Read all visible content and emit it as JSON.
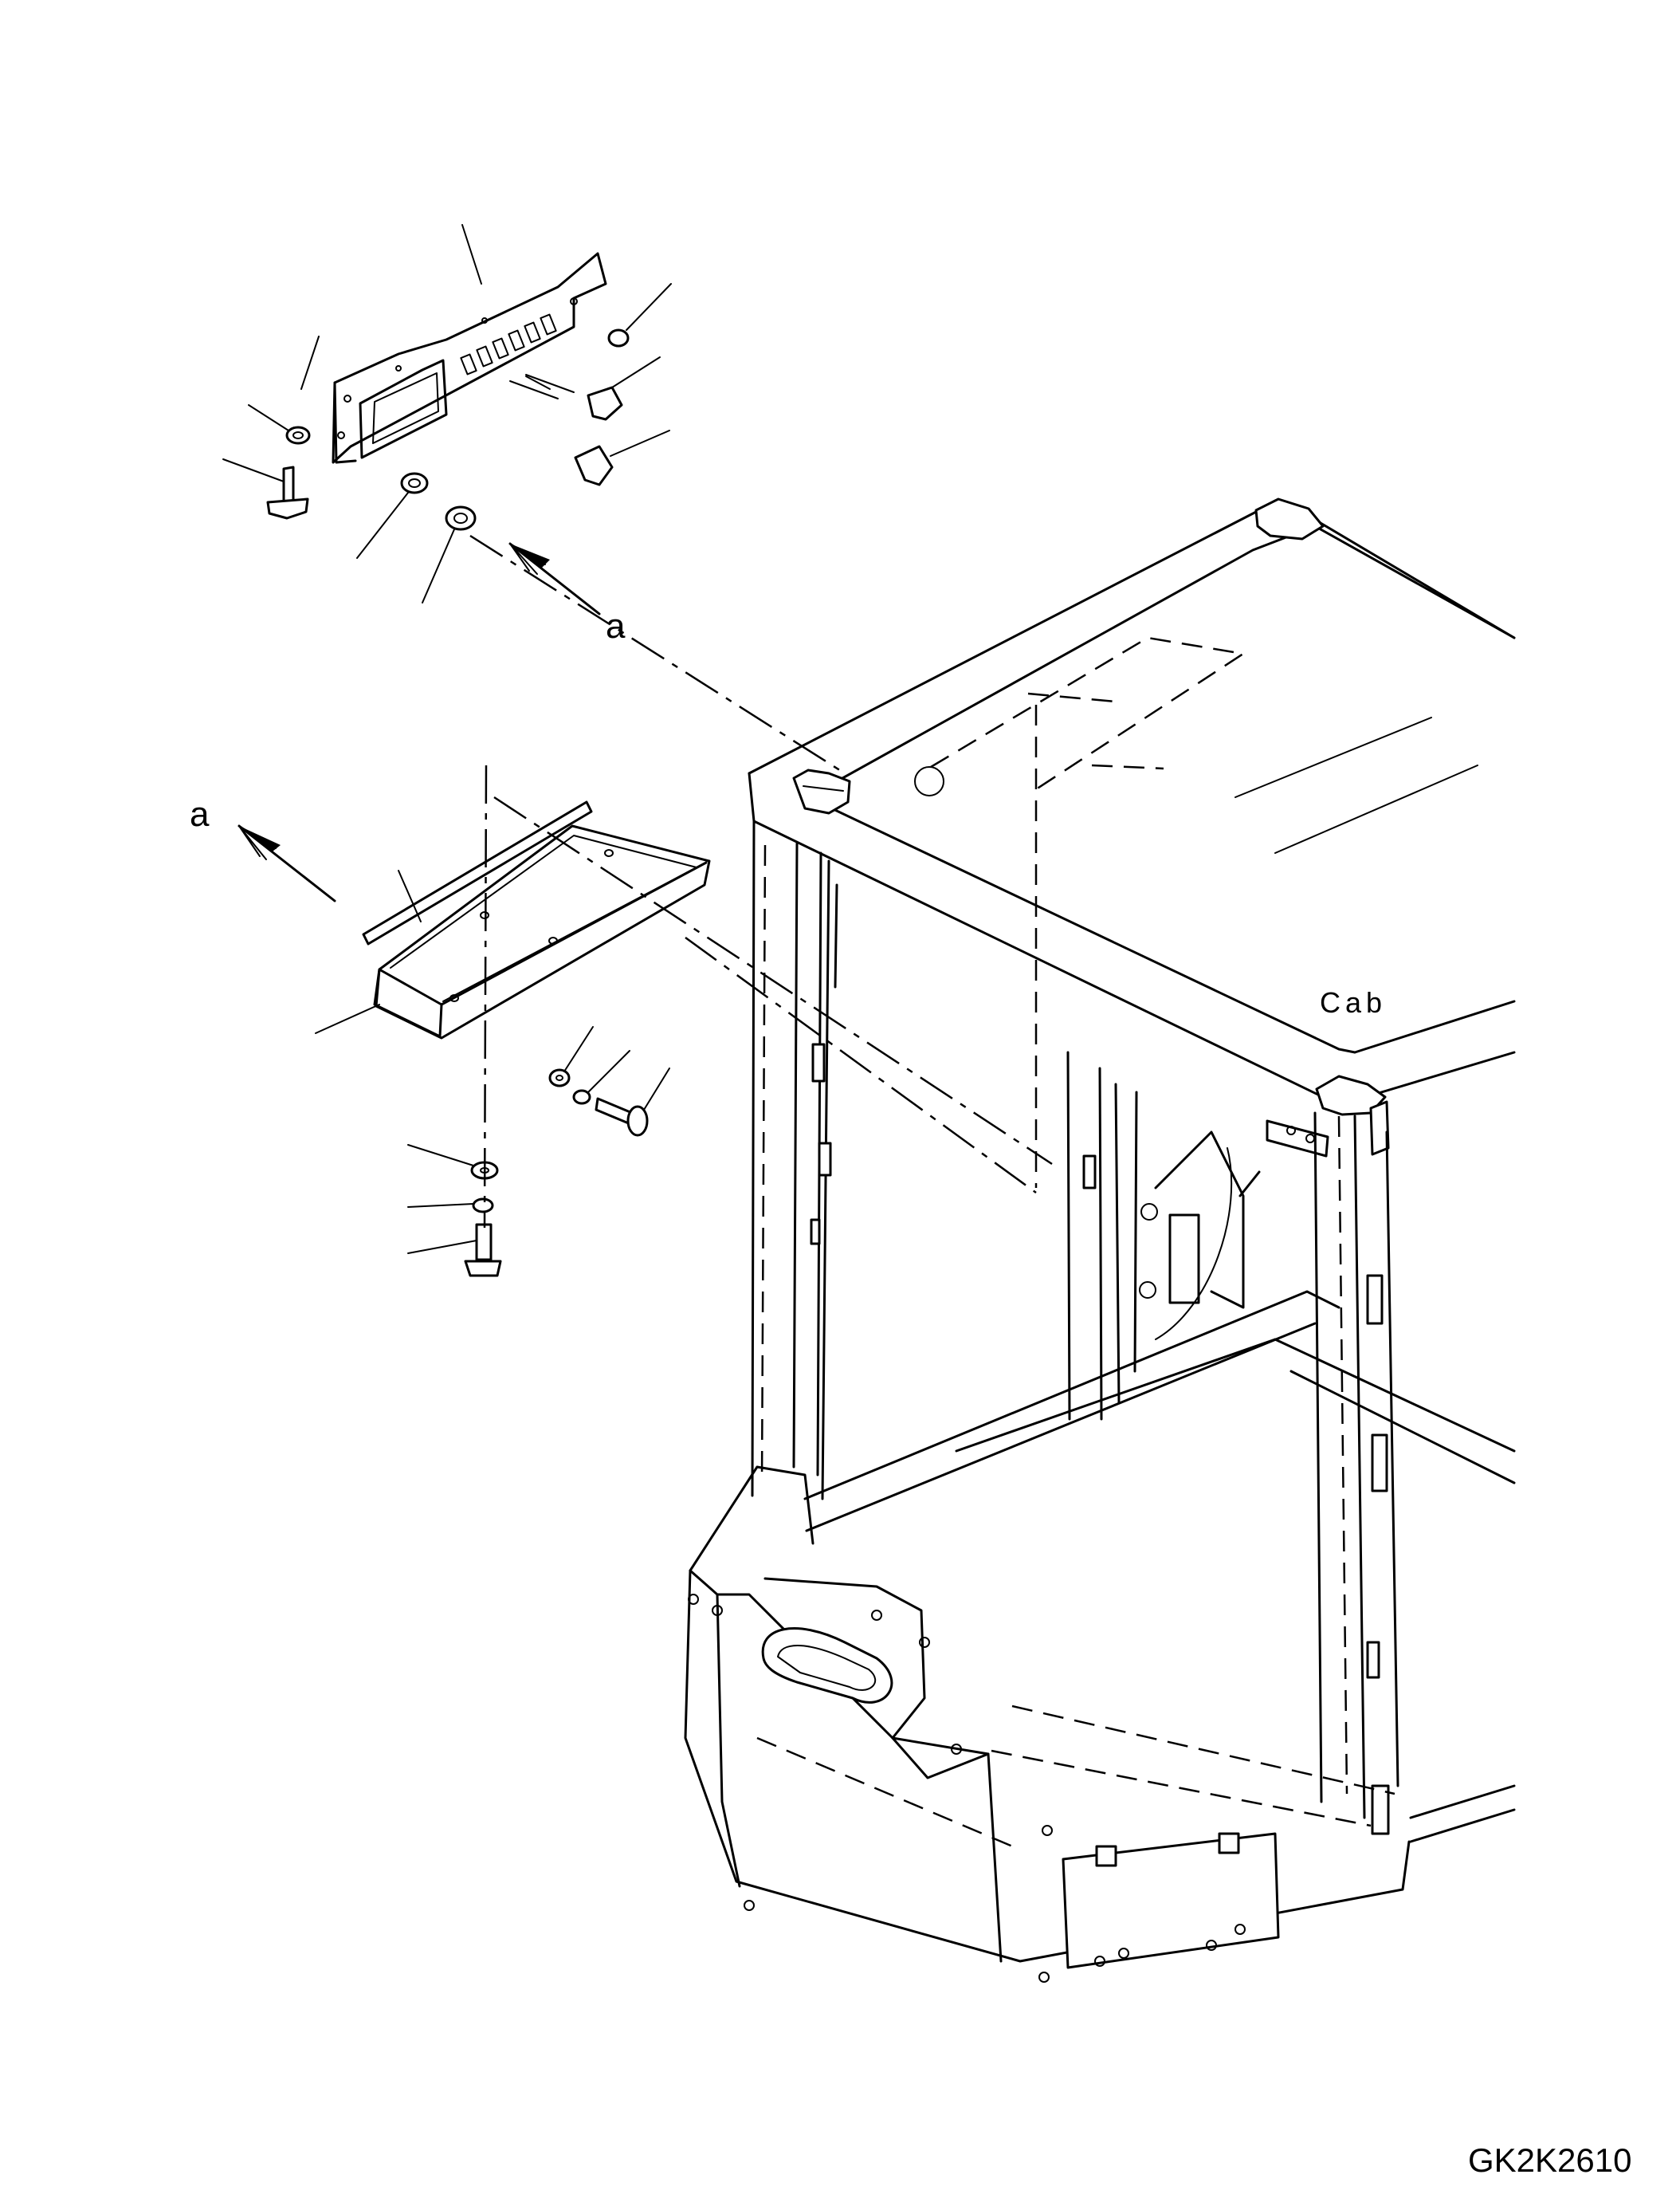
{
  "labels": {
    "view_a_top": "a",
    "view_a_left": "a",
    "cab": "Cab",
    "drawing_code": "GK2K2610"
  }
}
